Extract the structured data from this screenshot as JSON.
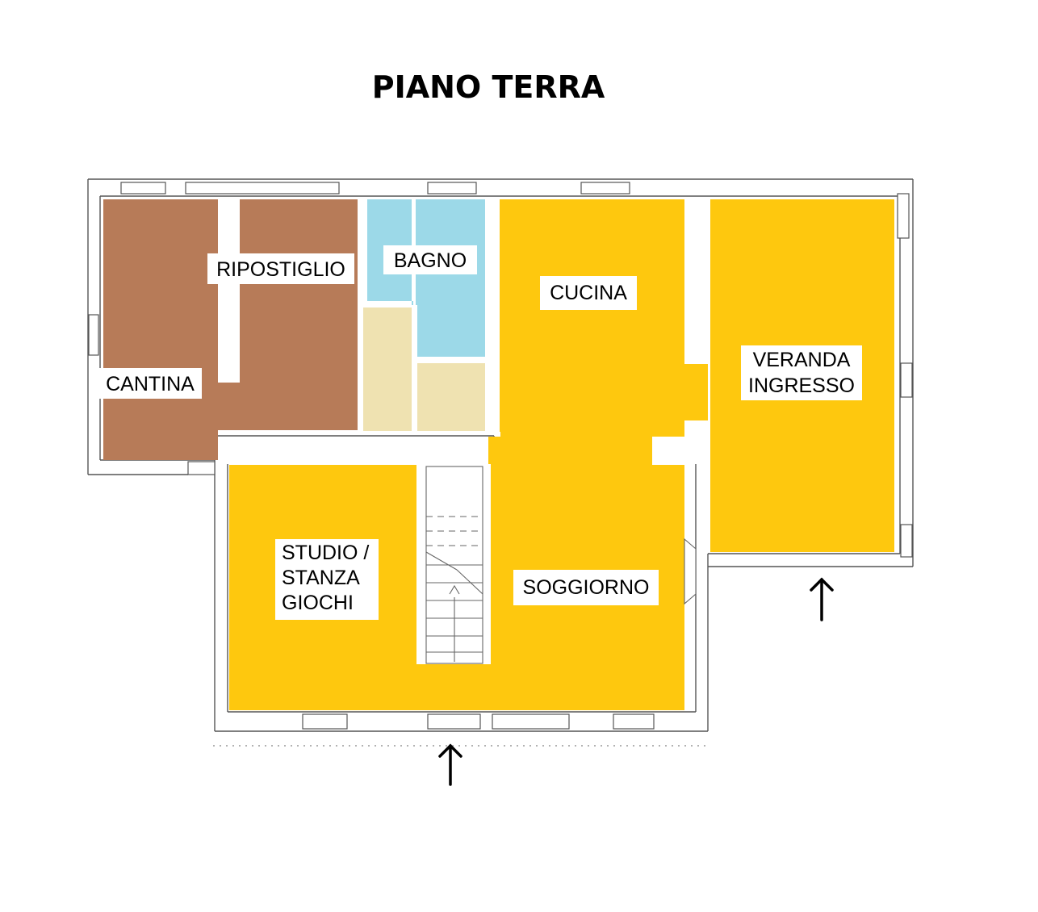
{
  "title": "PIANO TERRA",
  "colors": {
    "cantina": "#b77b58",
    "bagno": "#9cd9e8",
    "disimpegno": "#efe2b1",
    "living": "#fec80e",
    "wall": "#555555"
  },
  "rooms": {
    "ripostiglio": [
      "RIPOSTIGLIO"
    ],
    "cantina": [
      "CANTINA"
    ],
    "bagno": [
      "BAGNO"
    ],
    "cucina": [
      "CUCINA"
    ],
    "veranda": [
      "VERANDA",
      "INGRESSO"
    ],
    "studio": [
      "STUDIO /",
      "STANZA",
      "GIOCHI"
    ],
    "soggiorno": [
      "SOGGIORNO"
    ]
  },
  "icons": [
    "entrance-arrow-icon",
    "entrance-arrow-icon"
  ]
}
